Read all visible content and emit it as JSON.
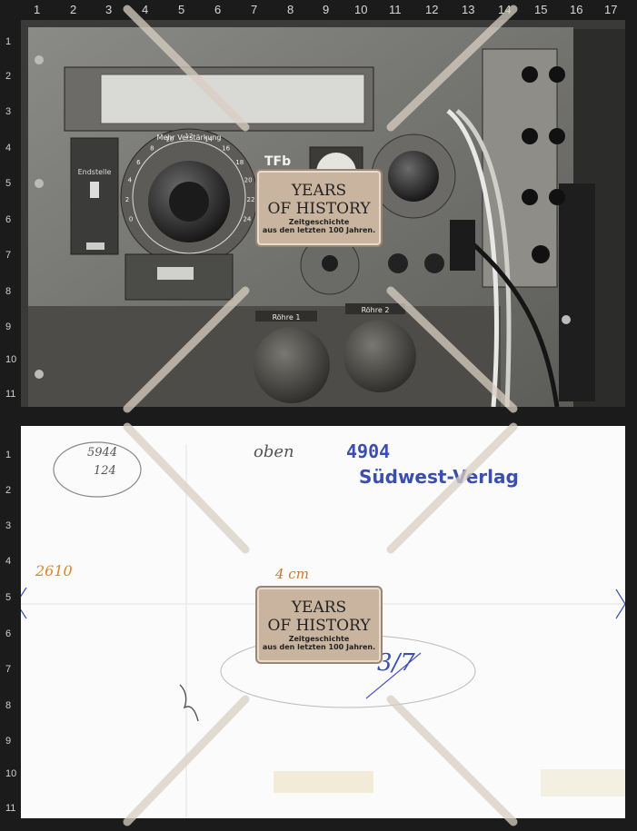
{
  "ruler_numbers": [
    "1",
    "2",
    "3",
    "4",
    "5",
    "6",
    "7",
    "8",
    "9",
    "10",
    "11",
    "12",
    "13",
    "14",
    "15",
    "16",
    "17"
  ],
  "side_numbers": [
    "1",
    "2",
    "3",
    "4",
    "5",
    "6",
    "7",
    "8",
    "9",
    "10",
    "11"
  ],
  "photo": {
    "labels": {
      "endstelle": "Endstelle",
      "mehr_verstaerkung": "Mehr Verstärkung",
      "tfb": "TFb",
      "roehre1": "Röhre 1",
      "roehre2": "Röhre 2",
      "dial_numbers": [
        "0",
        "2",
        "4",
        "6",
        "8",
        "10",
        "12",
        "14",
        "16",
        "18",
        "20",
        "22",
        "24"
      ]
    }
  },
  "back": {
    "stamp_number": "4904",
    "stamp_publisher": "Südwest-Verlag",
    "note_oben": "oben",
    "note_circle_top": "5944",
    "note_circle_bottom": "124",
    "note_left": "2610",
    "note_size": "4 cm",
    "note_fraction": "3/7"
  },
  "watermark": {
    "line1": "YEARS",
    "line2": "OF HISTORY",
    "line3": "Zeitgeschichte",
    "line4": "aus den letzten 100 Jahren."
  }
}
